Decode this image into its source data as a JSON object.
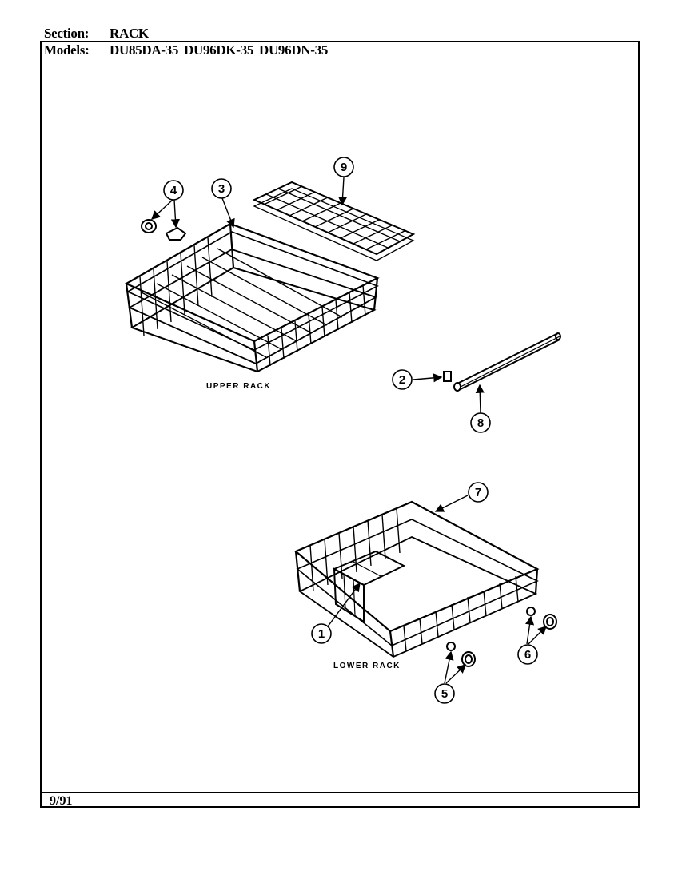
{
  "header": {
    "section_label": "Section:",
    "section_value": "RACK",
    "models_label": "Models:",
    "models_value": "DU85DA-35  DU96DK-35  DU96DN-35"
  },
  "footer": {
    "date": "9/91"
  },
  "diagram": {
    "upper_rack_label": "UPPER RACK",
    "lower_rack_label": "LOWER RACK",
    "callouts": [
      "1",
      "2",
      "3",
      "4",
      "5",
      "6",
      "7",
      "8",
      "9"
    ]
  }
}
